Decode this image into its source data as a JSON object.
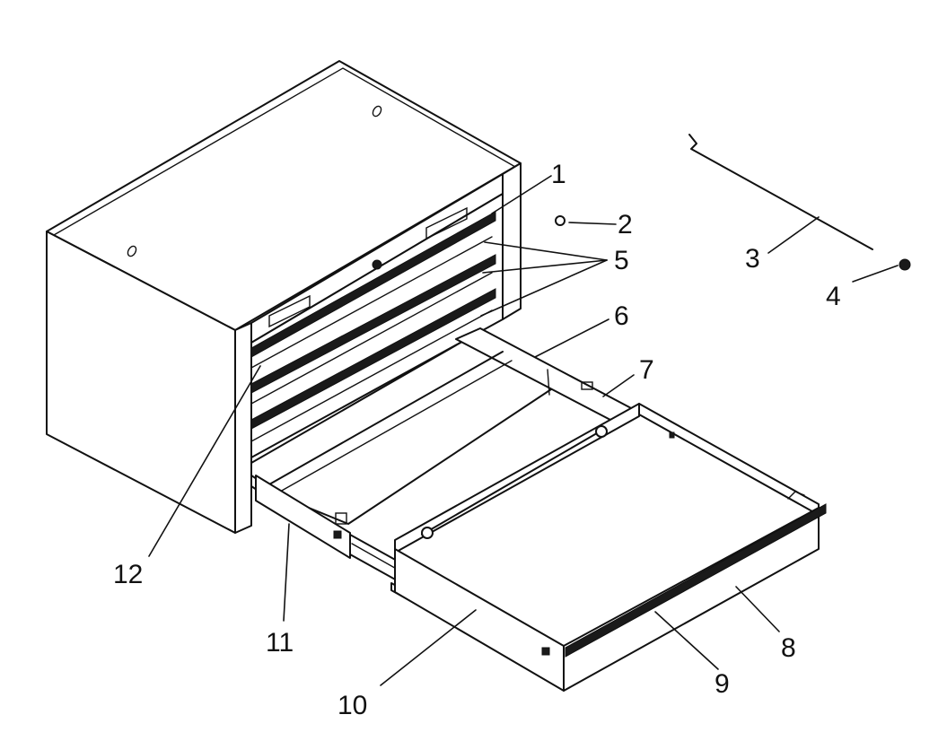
{
  "callouts": [
    {
      "id": "1",
      "label": "1"
    },
    {
      "id": "2",
      "label": "2"
    },
    {
      "id": "3",
      "label": "3"
    },
    {
      "id": "4",
      "label": "4"
    },
    {
      "id": "5",
      "label": "5"
    },
    {
      "id": "6",
      "label": "6"
    },
    {
      "id": "7",
      "label": "7"
    },
    {
      "id": "8",
      "label": "8"
    },
    {
      "id": "9",
      "label": "9"
    },
    {
      "id": "10",
      "label": "10"
    },
    {
      "id": "11",
      "label": "11"
    },
    {
      "id": "12",
      "label": "12"
    }
  ],
  "colors": {
    "ink": "#111111",
    "paper": "#ffffff"
  }
}
